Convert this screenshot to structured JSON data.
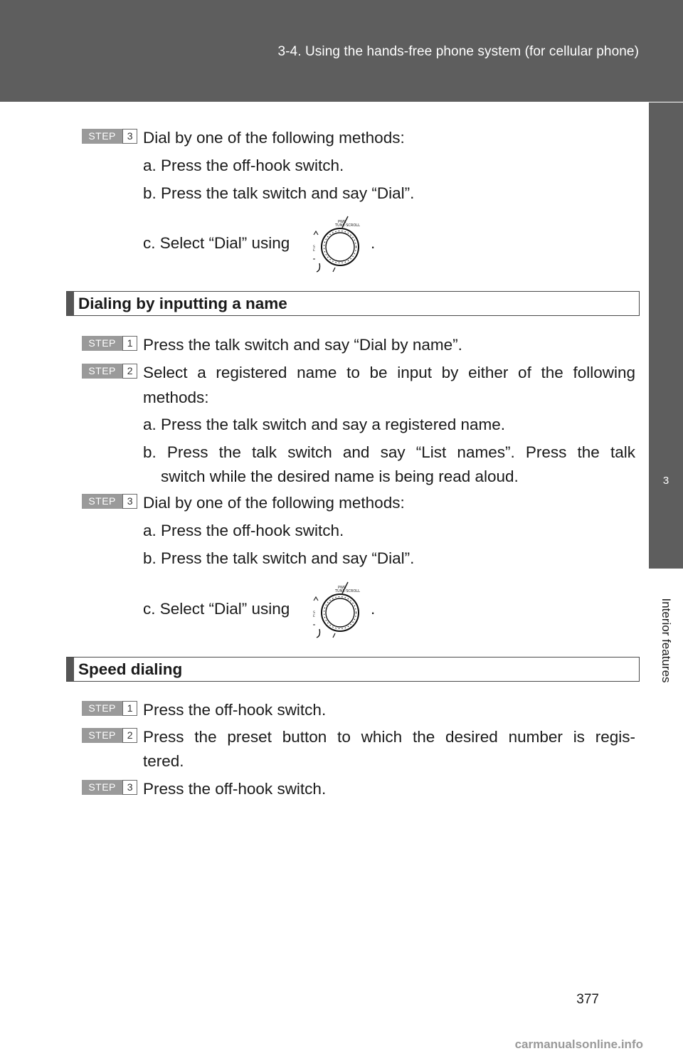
{
  "header": {
    "title": "3-4. Using the hands-free phone system (for cellular phone)"
  },
  "sidetab": {
    "number": "3",
    "label": "Interior features"
  },
  "badge_word": "STEP",
  "intro_steps": {
    "step3": {
      "num": "3",
      "text": "Dial by one of the following methods:"
    },
    "a": "a. Press the off-hook switch.",
    "b": "b. Press the talk switch and say “Dial”.",
    "c_before": "c. Select “Dial” using",
    "c_after": "."
  },
  "section_name": {
    "title": "Dialing by inputting a name",
    "step1": {
      "num": "1",
      "text": "Press the talk switch and say “Dial by name”."
    },
    "step2": {
      "num": "2",
      "line1": "Select a registered name to be input by either of the following",
      "line2": "methods:"
    },
    "a": "a. Press the talk switch and say a registered name.",
    "b_line1": "b. Press the talk switch and say “List names”. Press the talk",
    "b_line2": "switch while the desired name is being read aloud.",
    "step3": {
      "num": "3",
      "text": "Dial by one of the following methods:"
    },
    "a2": "a. Press the off-hook switch.",
    "b2": "b. Press the talk switch and say “Dial”.",
    "c_before": "c. Select “Dial” using",
    "c_after": "."
  },
  "section_speed": {
    "title": "Speed dialing",
    "step1": {
      "num": "1",
      "text": "Press the off-hook switch."
    },
    "step2": {
      "num": "2",
      "line1": "Press the preset button to which the desired number is regis-",
      "line2": "tered."
    },
    "step3": {
      "num": "3",
      "text": "Press the off-hook switch."
    }
  },
  "knob_icon": "tune-scroll-knob-icon",
  "page_number": "377",
  "watermark": "carmanualsonline.info"
}
